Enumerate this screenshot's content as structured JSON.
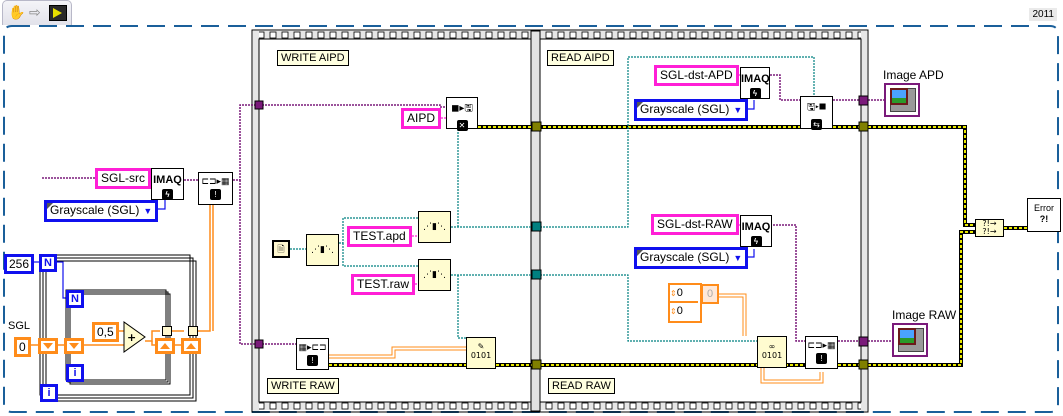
{
  "toolbar": {
    "icons": [
      "hand-icon",
      "arrow-right-icon",
      "vi-icon"
    ],
    "year_label": "2011"
  },
  "init": {
    "src_image_name": "SGL-src",
    "image_type": "Grayscale (SGL)",
    "imaq_create_label": "IMAQ",
    "size_constant": "256",
    "sgl_label": "SGL",
    "sgl_initial": "0",
    "increment": "0,5",
    "count_terminal": "N",
    "iteration_terminal": "i"
  },
  "sequence": {
    "frames": [
      {
        "label": "WRITE AIPD"
      },
      {
        "label": "READ AIPD"
      }
    ],
    "lower_frames": [
      {
        "label": "WRITE RAW"
      },
      {
        "label": "READ RAW"
      }
    ]
  },
  "write": {
    "aipd_file_type": "AIPD",
    "apd_filename": "TEST.apd",
    "raw_filename": "TEST.raw"
  },
  "read": {
    "dst_apd_name": "SGL-dst-APD",
    "dst_raw_name": "SGL-dst-RAW",
    "imaq_label": "IMAQ",
    "image_type": "Grayscale (SGL)",
    "array_values": [
      "0",
      "0"
    ],
    "array_index": "0"
  },
  "indicators": {
    "image_apd": "Image APD",
    "image_raw": "Image RAW",
    "error_label": "Error",
    "error_glyph": "?!"
  },
  "colors": {
    "image_wire": "#7a1a7a",
    "string_wire": "#ff1fd6",
    "error_wire": "#c8c800",
    "path_wire": "#008080",
    "numeric_wire": "#ff8c1a",
    "enum_wire": "#1010ee",
    "block_border": "#1a5f9a"
  }
}
